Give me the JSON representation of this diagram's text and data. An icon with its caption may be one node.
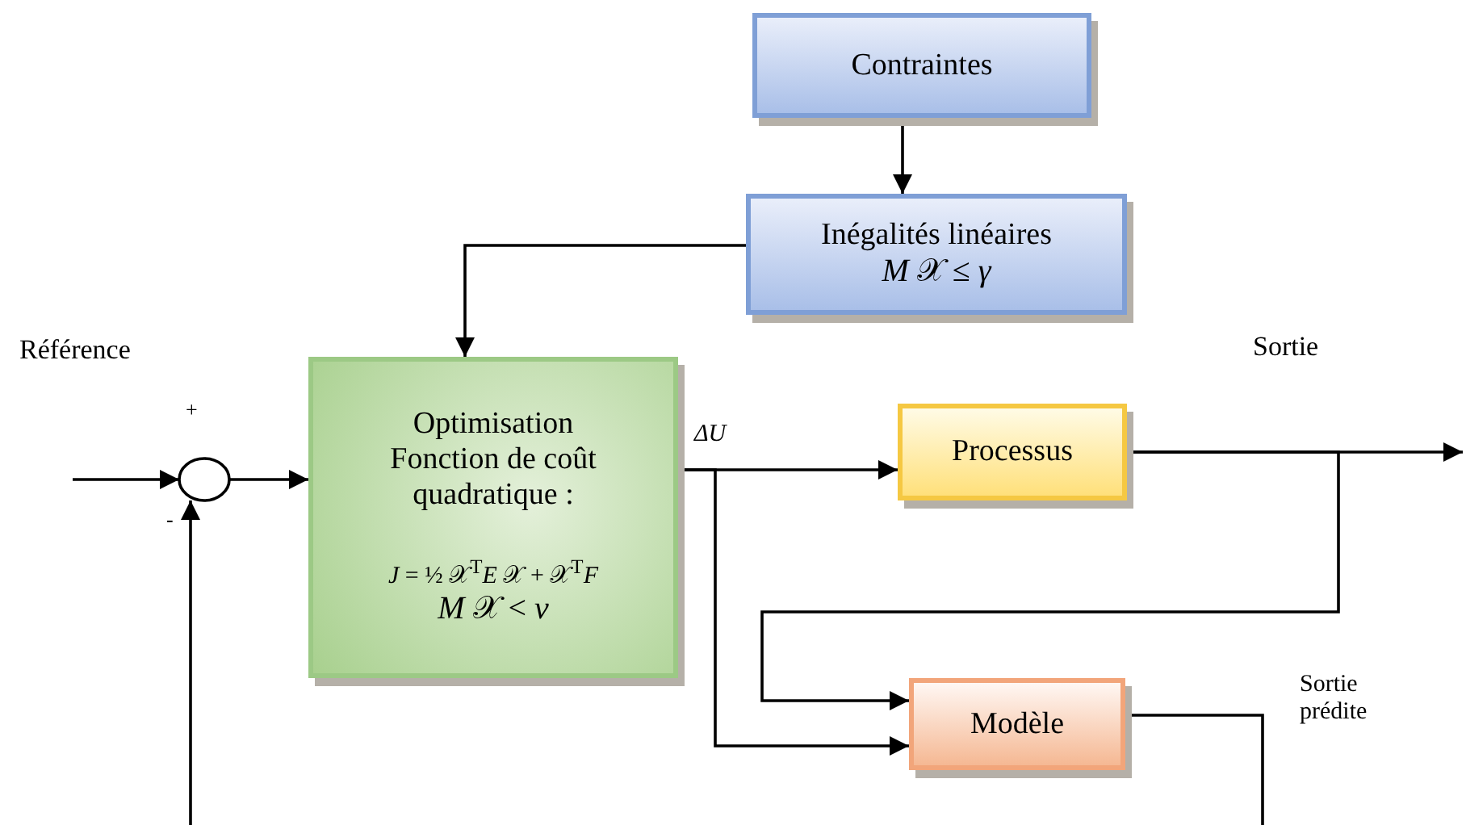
{
  "diagram": {
    "nodes": [
      {
        "text": [
          "Contraintes"
        ]
      },
      {
        "text": [
          "Inégalités linéaires",
          "*M* 𝒳 ≤ *γ*"
        ]
      },
      {
        "text": [],
        "shape": "circle"
      },
      {
        "text": [
          "Optimisation Fonction de coût quadratique :",
          "*J* = ½ 𝒳$^{T}$*E* 𝒳  + 𝒳$^{T}$*F*",
          "*M* 𝒳 < *ν*"
        ]
      },
      {
        "text": [
          "Processus"
        ]
      },
      {
        "text": [
          "Modèle"
        ]
      }
    ],
    "edges": [
      {
        "from": 0,
        "to": 1,
        "arrow": "to"
      },
      {
        "from": 1,
        "to": 3,
        "arrow": "to"
      },
      {
        "from": null,
        "to": 2,
        "arrow": "to"
      },
      {
        "from": 2,
        "to": 3,
        "arrow": "to"
      },
      {
        "from": null,
        "to": 2,
        "arrow": "to"
      },
      {
        "from": 3,
        "to": 4,
        "arrow": "to",
        "label": "ΔU"
      },
      {
        "from": 3,
        "to": 5,
        "arrow": "to"
      },
      {
        "from": 4,
        "to": null,
        "arrow": "to"
      },
      {
        "from": 4,
        "to": 5,
        "arrow": "to"
      },
      {
        "from": 5,
        "to": null,
        "arrow": "none"
      }
    ],
    "labels": [
      "Référence",
      "+",
      "-",
      "Sortie",
      "Sortie prédite"
    ]
  }
}
